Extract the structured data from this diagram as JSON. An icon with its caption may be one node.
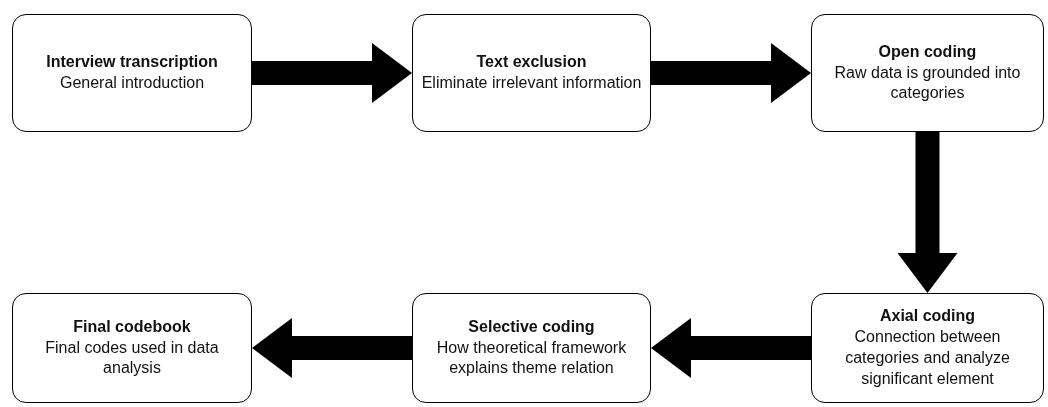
{
  "diagram": {
    "nodes": [
      {
        "text": [
          "Interview transcription",
          "General introduction"
        ]
      },
      {
        "text": [
          "Text exclusion",
          "Eliminate irrelevant information"
        ]
      },
      {
        "text": [
          "Open coding",
          "Raw data is grounded into categories"
        ]
      },
      {
        "text": [
          "Final codebook",
          "Final codes used in data analysis"
        ]
      },
      {
        "text": [
          "Selective coding",
          "How theoretical framework explains theme relation"
        ]
      },
      {
        "text": [
          "Axial coding",
          "Connection between categories and analyze significant element"
        ]
      }
    ],
    "edges": [
      {
        "from": 0,
        "to": 1,
        "arrow": "to"
      },
      {
        "from": 1,
        "to": 2,
        "arrow": "to"
      },
      {
        "from": 2,
        "to": 5,
        "arrow": "to"
      },
      {
        "from": 5,
        "to": 4,
        "arrow": "to"
      },
      {
        "from": 4,
        "to": 3,
        "arrow": "to"
      }
    ]
  }
}
